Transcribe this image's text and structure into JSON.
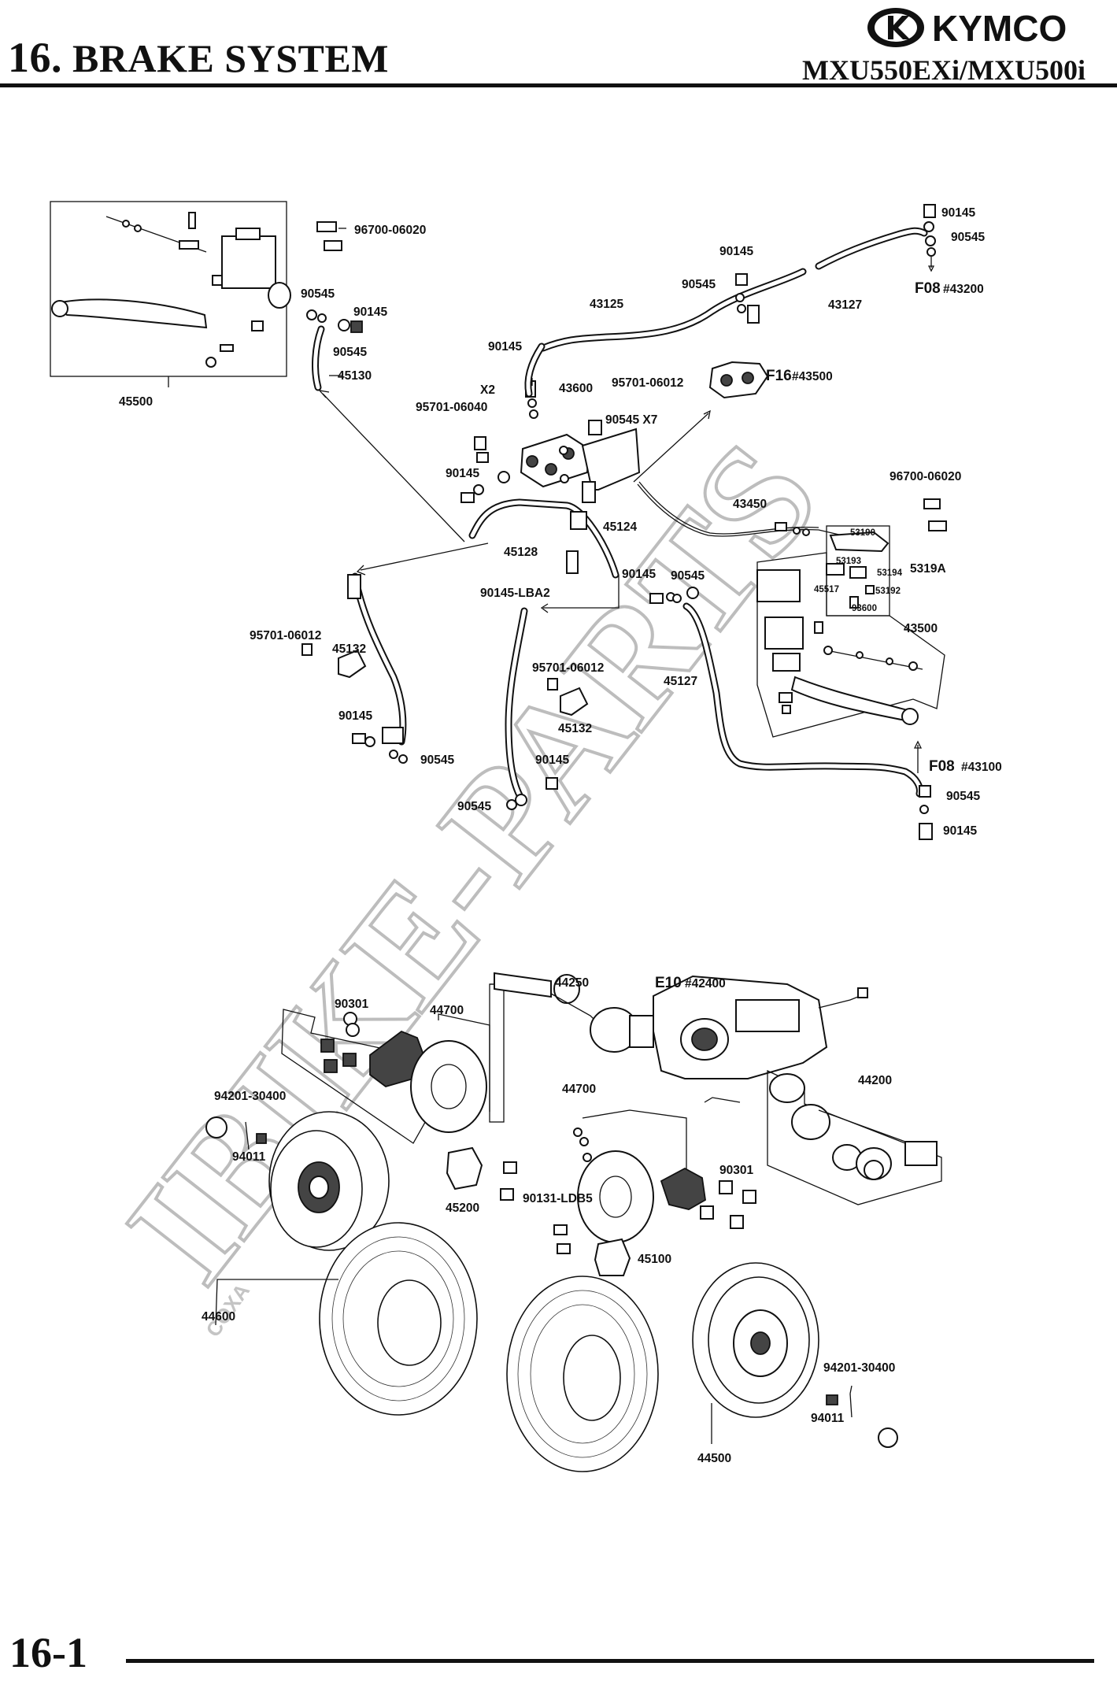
{
  "header": {
    "section_number": "16.",
    "section_title": "BRAKE SYSTEM",
    "brand": "KYMCO",
    "model": "MXU550EXi/MXU500i"
  },
  "footer": {
    "page_number": "16-1"
  },
  "watermark": {
    "text": "IBIKE-PARTS",
    "subtext": "COXA",
    "color": "#bdbdbd"
  },
  "icons": [
    "kymco-logo-icon"
  ],
  "callouts": {
    "master_cyl_kit": "45500",
    "bolt_top_left": "96700-06020",
    "washer_l1": "90545",
    "bolt_l1": "90145",
    "washer_l2": "90545",
    "hose_45130": "45130",
    "bolt_x2": "90145",
    "x2": "X2",
    "screw_95701_06040": "95701-06040",
    "bolt_43600": "43600",
    "screw_95701_06012_top": "95701-06012",
    "washer_x7": "90545 X7",
    "bracket_45124": "45124",
    "bolt_mid": "90145",
    "hose_45128": "45128",
    "bolt_lba2": "90145-LBA2",
    "hose_43125": "43125",
    "bolt_top_mid": "90145",
    "washer_top_mid": "90545",
    "hose_43127": "43127",
    "bolt_top_right": "90145",
    "washer_top_right": "90545",
    "ref_f08_top": "F08",
    "ref_f08_top_num": "#43200",
    "ref_f16": "F16",
    "ref_f16_num": "#43500",
    "bolt_right": "96700-06020",
    "cable_43450": "43450",
    "set_5319a": "5319A",
    "small_53190": "53190",
    "small_53193": "53193",
    "small_53194": "53194",
    "small_45517": "45517",
    "small_53192": "53192",
    "small_93600": "93600",
    "lever_43500": "43500",
    "bolt_r2": "90145",
    "washer_r2": "90545",
    "hose_45127": "45127",
    "ref_f08_bottom": "F08",
    "ref_f08_bottom_num": "#43100",
    "washer_r3": "90545",
    "bolt_r3": "90145",
    "screw_left_95701": "95701-06012",
    "clip_left_45132": "45132",
    "bolt_left_low": "90145",
    "washer_left_low": "90545",
    "screw_mid_95701": "95701-06012",
    "clip_mid_45132": "45132",
    "bolt_mid_low": "90145",
    "washer_mid_low": "90545",
    "shaft_44250": "44250",
    "ref_e10": "E10",
    "ref_e10_num": "#42400",
    "nut_90301_left": "90301",
    "disc_44700_left": "44700",
    "bolt_94201_left": "94201-30400",
    "nut_94011_left": "94011",
    "caliper_45200": "45200",
    "bolt_90131": "90131-LDB5",
    "disc_44700_right": "44700",
    "nut_90301_right": "90301",
    "caliper_45100": "45100",
    "shaft_44200": "44200",
    "wheel_44600": "44600",
    "bolt_94201_right": "94201-30400",
    "nut_94011_right": "94011",
    "wheel_44500": "44500"
  }
}
